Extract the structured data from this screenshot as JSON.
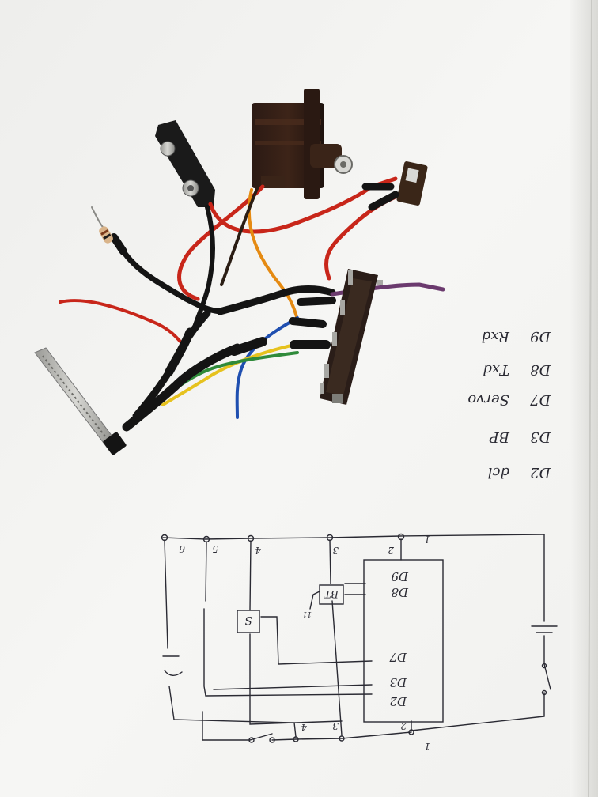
{
  "photo": {
    "paper_color": "#f3f3f1",
    "ink_color": "#2a2a33",
    "wire_colors": {
      "red": "#c8261a",
      "black": "#1c1b1a",
      "orange": "#e58a12",
      "blue": "#1f4fb0",
      "yellow": "#e6c21e",
      "green": "#2f8a3a",
      "purple": "#6b3a6e",
      "heatshrink": "#141414"
    }
  },
  "pin_notes": [
    {
      "id": "d9",
      "pin": "D9",
      "label": "Rxd"
    },
    {
      "id": "d8",
      "pin": "D8",
      "label": "Txd"
    },
    {
      "id": "d7",
      "pin": "D7",
      "label": "Servo"
    },
    {
      "id": "d3",
      "pin": "D3",
      "label": "BP"
    },
    {
      "id": "d2",
      "pin": "D2",
      "label": "dcl"
    }
  ],
  "schematic": {
    "node_labels_top": [
      "6",
      "5",
      "4",
      "3",
      "2",
      "1"
    ],
    "node_labels_bottom": [
      "4",
      "3",
      "2",
      "1"
    ],
    "chip_pins": [
      "D9",
      "D8",
      "D7",
      "D3",
      "D2"
    ],
    "regulator_label": "S",
    "bt_module_label": "BT",
    "small_mark": "11"
  }
}
